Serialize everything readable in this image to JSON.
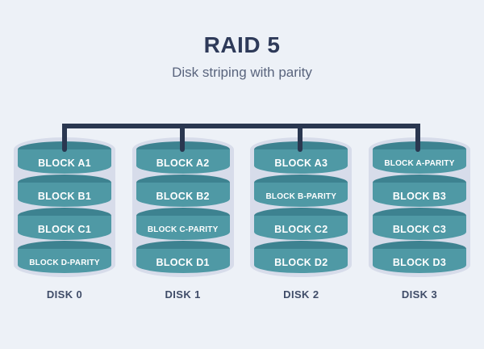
{
  "title": "RAID 5",
  "subtitle": "Disk striping with parity",
  "colors": {
    "background": "#edf1f7",
    "connector": "#2a3750",
    "casing": "#d7dcea",
    "cylinder_top": "#3d8290",
    "cylinder_body": "#4f99a5",
    "block_text": "#ffffff",
    "title_text": "#2e3a59",
    "subtitle_text": "#59647d",
    "disk_label_text": "#3f4c68"
  },
  "disks": [
    {
      "label": "DISK 0",
      "blocks": [
        "BLOCK A1",
        "BLOCK B1",
        "BLOCK C1",
        "BLOCK D-PARITY"
      ]
    },
    {
      "label": "DISK 1",
      "blocks": [
        "BLOCK A2",
        "BLOCK B2",
        "BLOCK C-PARITY",
        "BLOCK D1"
      ]
    },
    {
      "label": "DISK 2",
      "blocks": [
        "BLOCK A3",
        "BLOCK B-PARITY",
        "BLOCK C2",
        "BLOCK D2"
      ]
    },
    {
      "label": "DISK 3",
      "blocks": [
        "BLOCK A-PARITY",
        "BLOCK B3",
        "BLOCK C3",
        "BLOCK D3"
      ]
    }
  ]
}
